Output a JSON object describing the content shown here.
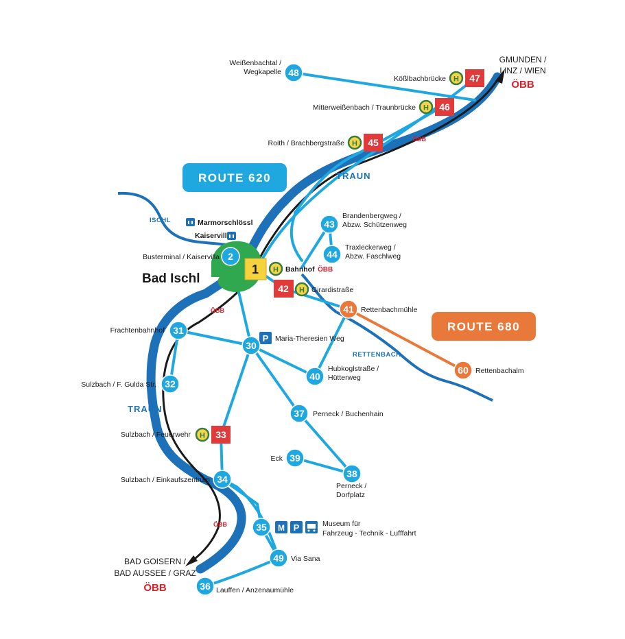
{
  "city": "Bad Ischl",
  "routes": {
    "r620": "ROUTE 620",
    "r680": "ROUTE 680"
  },
  "rivers": {
    "traun_north": "TRAUN",
    "traun_south": "TRAUN",
    "ischl": "ISCHL",
    "rettenbach": "RETTENBACH"
  },
  "destinations": {
    "north_line1": "GMUNDEN /",
    "north_line2": "LINZ / WIEN",
    "north_obb": "ÖBB",
    "south_line1": "BAD GOISERN /",
    "south_line2": "BAD AUSSEE / GRAZ",
    "south_obb": "ÖBB"
  },
  "obb_marks": {
    "north": "ÖBB",
    "center": "ÖBB",
    "south": "ÖBB"
  },
  "pois": {
    "marmorschloessl": "Marmorschlössl",
    "kaiservilla": "Kaiservilla",
    "bahnhof": "Bahnhof",
    "bahnhof_obb": "ÖBB",
    "girardistrasse": "Girardistraße",
    "parking_mtw": "Maria-Theresien Weg",
    "museum_line1": "Museum für",
    "museum_line2": "Fahrzeug - Technik - Lufffahrt"
  },
  "stops": [
    {
      "num": "1",
      "label": "",
      "type": "hub"
    },
    {
      "num": "2",
      "label": "Busterminal / Kaiservilla",
      "type": "blue"
    },
    {
      "num": "30",
      "label": "",
      "type": "blue"
    },
    {
      "num": "31",
      "label": "Frachtenbahnhof",
      "type": "blue"
    },
    {
      "num": "32",
      "label": "Sulzbach / F. Gulda Str.",
      "type": "blue"
    },
    {
      "num": "33",
      "label": "Sulzbach / Feuerwehr",
      "type": "red"
    },
    {
      "num": "34",
      "label": "Sulzbach / Einkaufszentrum",
      "type": "blue"
    },
    {
      "num": "35",
      "label": "",
      "type": "blue"
    },
    {
      "num": "36",
      "label": "Lauffen / Anzenaumühle",
      "type": "blue"
    },
    {
      "num": "37",
      "label": "Perneck / Buchenhain",
      "type": "blue"
    },
    {
      "num": "38",
      "label": "Perneck / Dorfplatz",
      "type": "blue"
    },
    {
      "num": "39",
      "label": "Eck",
      "type": "blue"
    },
    {
      "num": "40",
      "label": "Hubkoglstraße / Hütterweg",
      "type": "blue"
    },
    {
      "num": "41",
      "label": "Rettenbachmühle",
      "type": "orange"
    },
    {
      "num": "42",
      "label": "",
      "type": "red"
    },
    {
      "num": "43",
      "label": "Brandenbergweg / Abzw. Schützenweg",
      "type": "blue"
    },
    {
      "num": "44",
      "label": "Traxleckerweg / Abzw. Faschlweg",
      "type": "blue"
    },
    {
      "num": "45",
      "label": "Roith / Brachbergstraße",
      "type": "red"
    },
    {
      "num": "46",
      "label": "Mitterweißenbach / Traunbrücke",
      "type": "red"
    },
    {
      "num": "47",
      "label": "Kößlbachbrücke",
      "type": "red"
    },
    {
      "num": "48",
      "label": "Weißenbachtal / Wegkapelle",
      "type": "blue"
    },
    {
      "num": "49",
      "label": "Via Sana",
      "type": "blue"
    },
    {
      "num": "60",
      "label": "Rettenbachalm",
      "type": "orange"
    }
  ],
  "colors": {
    "route_blue": "#1fa8e0",
    "river_blue": "#1d71b8",
    "route_orange": "#e8793b",
    "stop_red": "#e03a3a",
    "hub_yellow": "#f6d33c",
    "rail_black": "#1a1a1a",
    "obb_red": "#d7222b",
    "h_green": "#3a7a3a",
    "h_yellow": "#f2d54a",
    "city_green": "#2fa84f"
  },
  "icons": [
    "bus-stop-h-icon",
    "parking-icon",
    "museum-icon",
    "bus-icon",
    "castle-icon",
    "train-arrow-icon"
  ]
}
